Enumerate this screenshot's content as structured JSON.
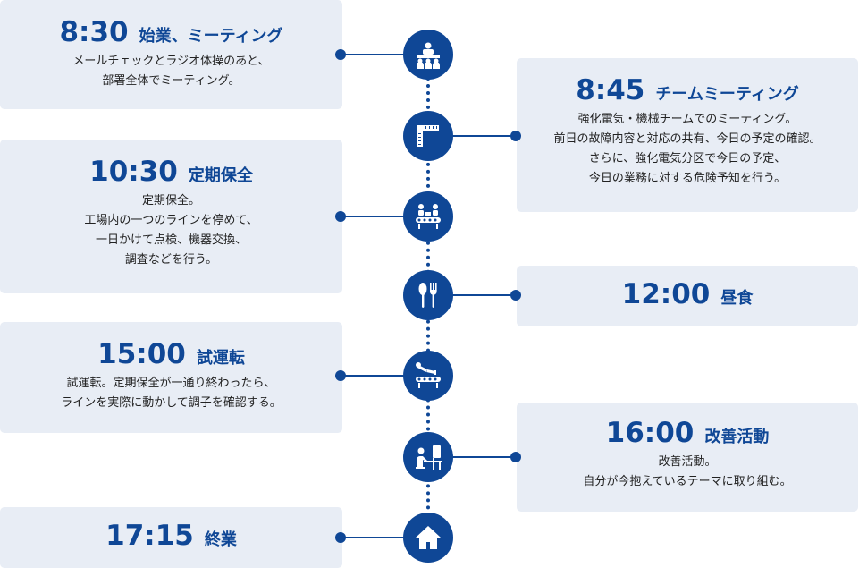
{
  "colors": {
    "accent": "#0f4796",
    "card_bg": "#e8edf5",
    "text": "#222222"
  },
  "events": [
    {
      "time": "8:30",
      "title": "始業、ミーティング",
      "lines": [
        "メールチェックとラジオ体操のあと、",
        "部署全体でミーティング。"
      ],
      "icon": "meeting-icon"
    },
    {
      "time": "8:45",
      "title": "チームミーティング",
      "lines": [
        "強化電気・機械チームでのミーティング。",
        "前日の故障内容と対応の共有、今日の予定の確認。",
        "さらに、強化電気分区で今日の予定、",
        "今日の業務に対する危険予知を行う。"
      ],
      "icon": "ruler-square-icon"
    },
    {
      "time": "10:30",
      "title": "定期保全",
      "lines": [
        "定期保全。",
        "工場内の一つのラインを停めて、",
        "一日かけて点検、機器交換、",
        "調査などを行う。"
      ],
      "icon": "production-line-icon"
    },
    {
      "time": "12:00",
      "title": "昼食",
      "lines": [],
      "icon": "spoon-fork-icon"
    },
    {
      "time": "15:00",
      "title": "試運転",
      "lines": [
        "試運転。定期保全が一通り終わったら、",
        "ラインを実際に動かして調子を確認する。"
      ],
      "icon": "robot-arm-line-icon"
    },
    {
      "time": "16:00",
      "title": "改善活動",
      "lines": [
        "改善活動。",
        "自分が今抱えているテーマに取り組む。"
      ],
      "icon": "desk-worker-icon"
    },
    {
      "time": "17:15",
      "title": "終業",
      "lines": [],
      "icon": "home-icon"
    }
  ]
}
